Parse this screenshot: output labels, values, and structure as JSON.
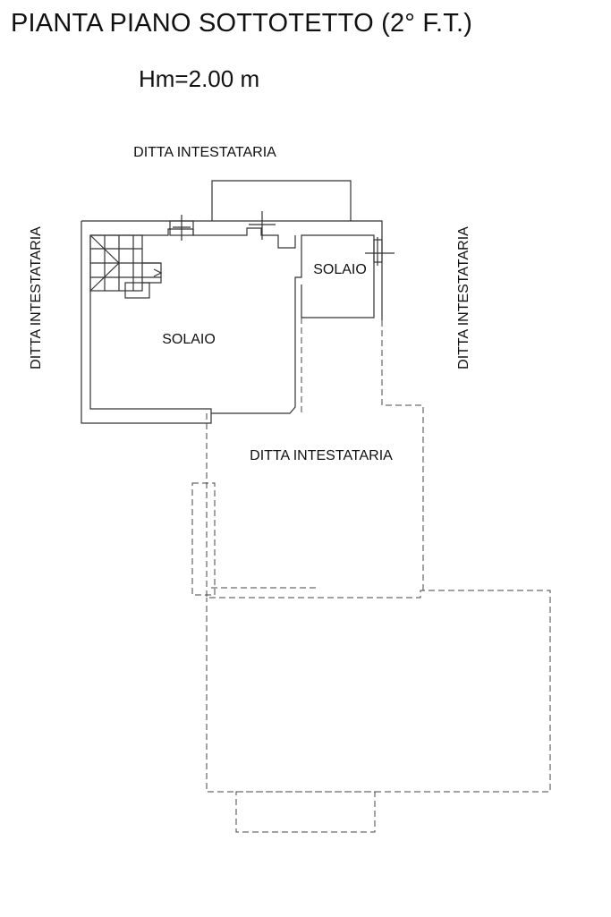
{
  "header": {
    "title": "PIANTA PIANO SOTTOTETTO (2° F.T.)",
    "height_note": "Hm=2.00 m"
  },
  "labels": {
    "neighbor_top": "DITTA INTESTATARIA",
    "neighbor_left": "DITTA INTESTATARIA",
    "neighbor_right": "DITTA INTESTATARIA",
    "neighbor_center": "DITTA INTESTATARIA",
    "room_main": "SOLAIO",
    "room_small": "SOLAIO"
  },
  "colors": {
    "line": "#333333",
    "background": "#ffffff"
  }
}
